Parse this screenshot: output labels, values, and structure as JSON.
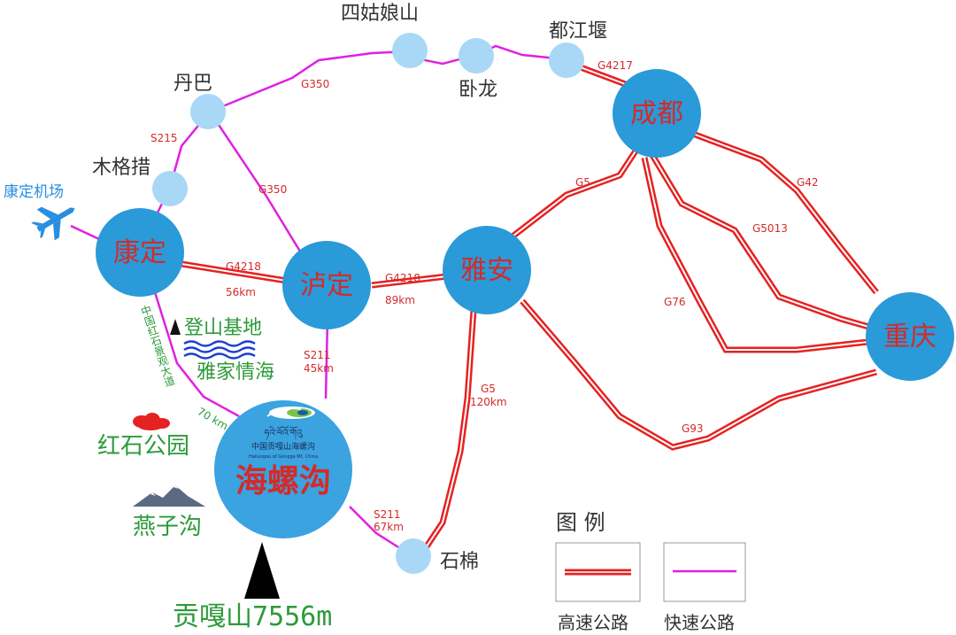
{
  "cities": {
    "chengdu": "成都",
    "kangding": "康定",
    "luding": "泸定",
    "yaan": "雅安",
    "chongqing": "重庆",
    "hailuogou": "海螺沟"
  },
  "towns": {
    "siguniangshan": "四姑娘山",
    "dujiangyan": "都江堰",
    "wolong": "卧龙",
    "danba": "丹巴",
    "mugecuo": "木格措",
    "shimian": "石棉"
  },
  "airport": "康定机场",
  "roads": {
    "g350_top": "G350",
    "g350_mid": "G350",
    "s215": "S215",
    "g4217": "G4217",
    "g4218_west": "G4218",
    "g4218_west_dist": "56km",
    "g4218_east": "G4218",
    "g4218_east_dist": "89km",
    "g5_north": "G5",
    "g5_south": "G5",
    "g5_south_dist": "120km",
    "g42": "G42",
    "g5013": "G5013",
    "g76": "G76",
    "g93": "G93",
    "s211_north": "S211",
    "s211_north_dist": "45km",
    "s211_south": "S211",
    "s211_south_dist": "67km",
    "scenic_road": "中国红石景观大道",
    "scenic_road_dist": "70 km"
  },
  "attractions": {
    "base_camp": "登山基地",
    "yajia_lake": "雅家情海",
    "red_stone_park": "红石公园",
    "yanzi_gully": "燕子沟",
    "mount_gongga": "贡嘎山7556m"
  },
  "hailuogou_logo": {
    "tibetan": "ཧའེ་ལོའོ་གོའུ",
    "chinese": "中国贡嘎山海螺沟",
    "english": "Hailuogou of Gongga Mt. China"
  },
  "legend": {
    "title": "图 例",
    "expressway": "高速公路",
    "fast_road": "快速公路"
  },
  "colors": {
    "expressway": "#e52222",
    "fast_road": "#e020e0",
    "city": "#2a9ad8",
    "town": "#a8d8f5",
    "city_label": "#d42a2a",
    "attraction": "#2d9a3a",
    "airport": "#2a8ee0"
  }
}
